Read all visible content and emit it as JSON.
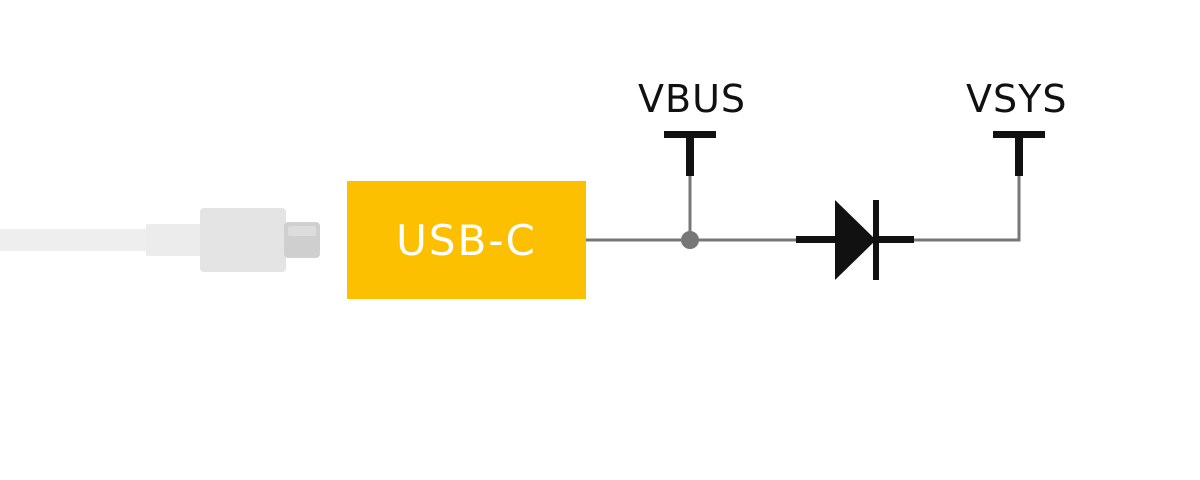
{
  "connector": {
    "label": "USB-C",
    "color": "#FDC000"
  },
  "nets": {
    "vbus": "VBUS",
    "vsys": "VSYS"
  },
  "colors": {
    "wire": "#777777",
    "symbol": "#111111",
    "junction": "#777777",
    "cable": "#eeeeee",
    "plug_body": "#e4e4e4",
    "plug_tip": "#cfcfcf"
  },
  "icons": {
    "cable": "usb-c-cable-icon",
    "diode": "diode-icon",
    "terminal": "power-terminal-icon"
  }
}
